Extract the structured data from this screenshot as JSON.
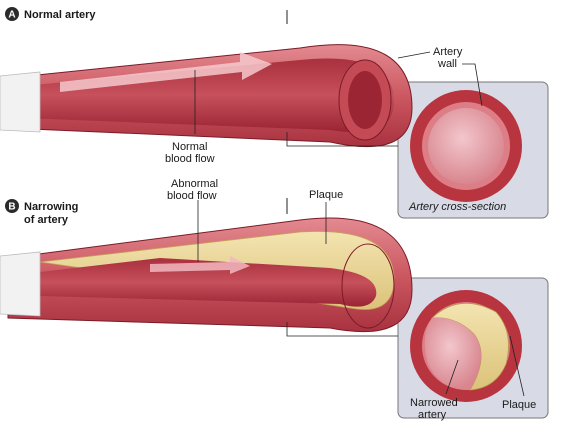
{
  "panel_a": {
    "badge": "A",
    "title": "Normal artery",
    "labels": {
      "artery_wall_line1": "Artery",
      "artery_wall_line2": "wall",
      "blood_flow_line1": "Normal",
      "blood_flow_line2": "blood flow",
      "cross_section": "Artery cross-section"
    }
  },
  "panel_b": {
    "badge": "B",
    "title_line1": "Narrowing",
    "title_line2": "of artery",
    "labels": {
      "abnormal_flow_line1": "Abnormal",
      "abnormal_flow_line2": "blood flow",
      "plaque_top": "Plaque",
      "narrowed_line1": "Narrowed",
      "narrowed_line2": "artery",
      "plaque_inset": "Plaque"
    }
  },
  "colors": {
    "artery_outer": "#c8505a",
    "artery_dark": "#8e2030",
    "lumen": "#b83a48",
    "plaque": "#ecd79a",
    "inset_bg": "#d8dbe6",
    "badge": "#2b2b2b"
  }
}
